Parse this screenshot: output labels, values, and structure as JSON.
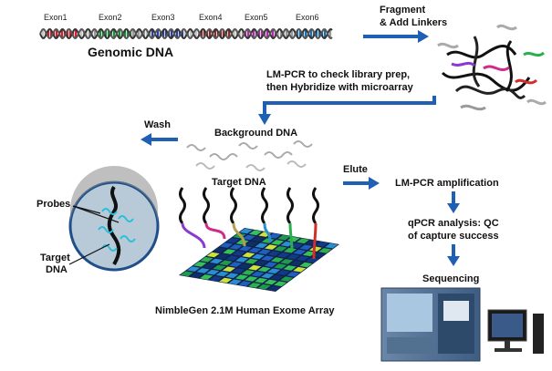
{
  "colors": {
    "arrow": "#1f5fb4",
    "exons": [
      "#d6202a",
      "#1a8f3a",
      "#2a3f9e",
      "#8f2a2a",
      "#b02aa8",
      "#1a6fb0"
    ],
    "array_cells": [
      "#1e9a4a",
      "#2bb24c",
      "#1f5fbf",
      "#2a8fd0",
      "#cde23a",
      "#123a88",
      "#36c05a",
      "#0f2f6a"
    ],
    "probe_colors": [
      "#8a3ad0",
      "#d02a8a",
      "#b0a050",
      "#2a8fd0",
      "#2ab04a",
      "#d0302a"
    ]
  },
  "exons": [
    "Exon1",
    "Exon2",
    "Exon3",
    "Exon4",
    "Exon5",
    "Exon6"
  ],
  "labels": {
    "genomic_dna": "Genomic DNA",
    "fragment": "Fragment",
    "add_linkers": "& Add Linkers",
    "lmpcr_check_1": "LM-PCR to check library prep,",
    "lmpcr_check_2": "then Hybridize with microarray",
    "wash": "Wash",
    "background_dna": "Background DNA",
    "target_dna": "Target DNA",
    "elute": "Elute",
    "lmpcr_amp": "LM-PCR amplification",
    "qpcr_1": "qPCR analysis: QC",
    "qpcr_2": "of capture success",
    "sequencing": "Sequencing",
    "probes": "Probes",
    "target_1": "Target",
    "target_2": "DNA",
    "array_name": "NimbleGen 2.1M Human Exome Array"
  }
}
